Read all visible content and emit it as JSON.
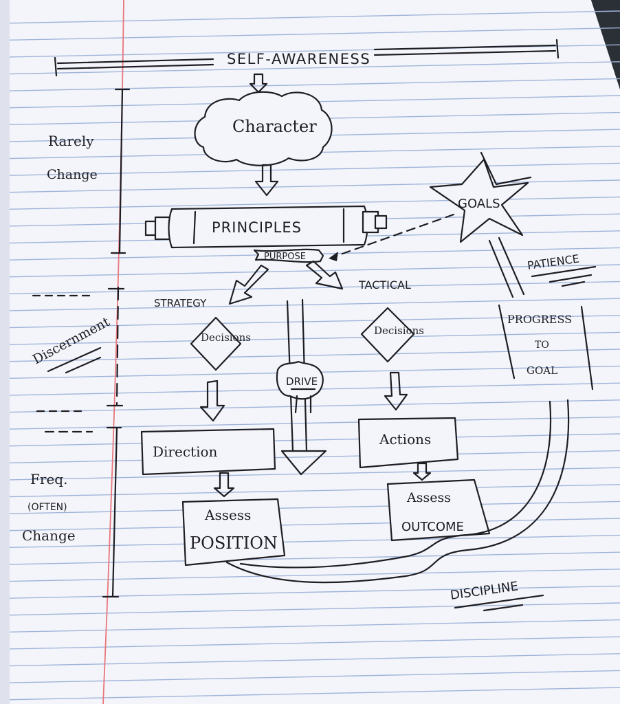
{
  "labels": {
    "top_heading": "SELF-AWARENESS",
    "character": "Character",
    "principles": "PRINCIPLES",
    "purpose": "PURPOSE",
    "goals": "GOALS",
    "patience": "PATIENCE",
    "strategy": "STRATEGY",
    "tactical": "TACTICAL",
    "decisions_left": "Decisions",
    "decisions_right": "Decisions",
    "drive": "DRIVE",
    "progress_line1": "PROGRESS",
    "progress_line2": "TO",
    "progress_line3": "GOAL",
    "direction": "Direction",
    "actions": "Actions",
    "assess_position_line1": "Assess",
    "assess_position_line2": "POSITION",
    "assess_outcome_line1": "Assess",
    "assess_outcome_line2": "OUTCOME",
    "discipline": "DISCIPLINE"
  },
  "margin_notes": {
    "rarely_line1": "Rarely",
    "rarely_line2": "Change",
    "discernment": "Discernment",
    "freq_line1": "Freq.",
    "freq_line2": "(OFTEN)",
    "freq_line3": "Change"
  },
  "colors": {
    "paper": "#f4f5fb",
    "rule_line": "#9fb4d8",
    "margin_line": "#e8767a",
    "ink": "#1d1d22",
    "background": "#2b2f36"
  }
}
